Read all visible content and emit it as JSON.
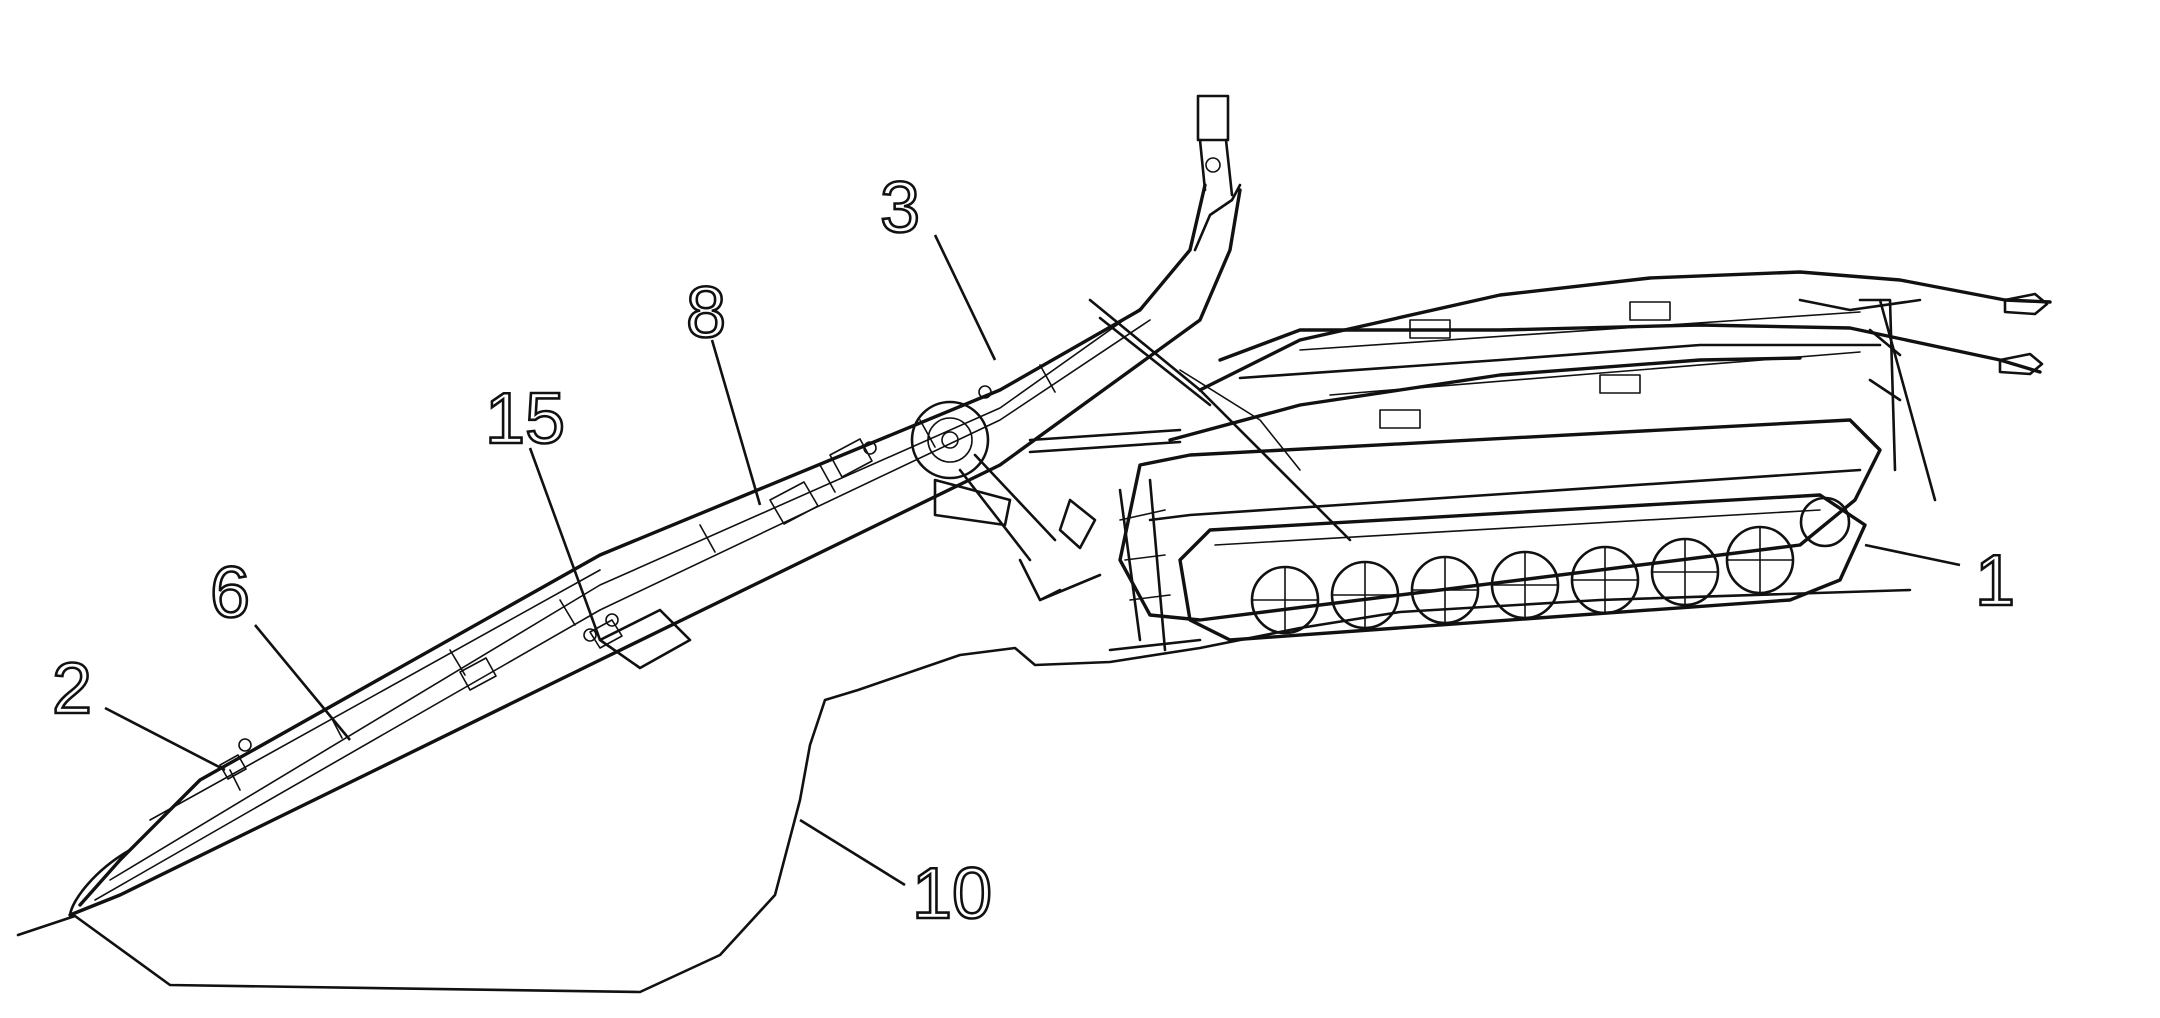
{
  "figure": {
    "reference_labels": {
      "ref_1": "1",
      "ref_2": "2",
      "ref_3": "3",
      "ref_6": "6",
      "ref_8": "8",
      "ref_10": "10",
      "ref_15": "15"
    }
  }
}
